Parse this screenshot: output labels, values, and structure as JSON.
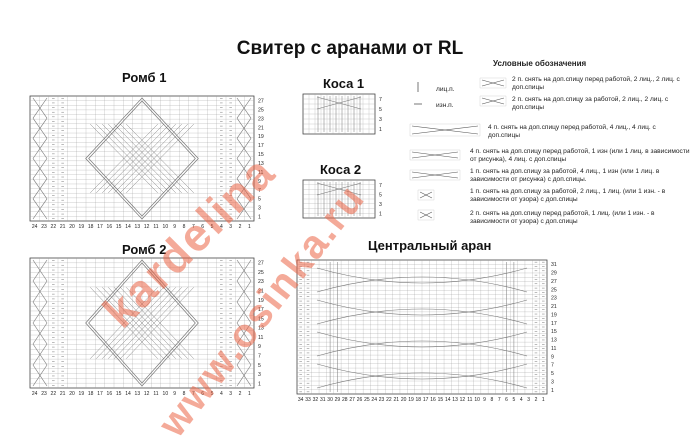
{
  "title": "Свитер с аранами от RL",
  "charts": {
    "romb1": "Ромб 1",
    "romb2": "Ромб 2",
    "kosa1": "Коса 1",
    "kosa2": "Коса 2",
    "central": "Центральный аран"
  },
  "legend": {
    "heading": "Условные обозначения",
    "items": [
      {
        "symbol": "vertical-bar",
        "text": "лиц.п."
      },
      {
        "symbol": "dash",
        "text": "изн.п."
      },
      {
        "symbol": "cross-left-2-2",
        "text": "2 п. снять на доп.спицу перед работой, 2 лиц., 2 лиц. с доп.спицы"
      },
      {
        "symbol": "cross-right-2-2",
        "text": "2 п. снять на доп.спицу за работой, 2 лиц., 2 лиц. с доп.спицы"
      },
      {
        "symbol": "cross-left-4-4",
        "text": "4 п. снять на доп.спицу перед работой, 4 лиц., 4 лиц. с доп.спицы"
      },
      {
        "symbol": "cross-4-1",
        "text": "4 п. снять на доп.спицу перед работой, 1 изн (или 1 лиц. в зависимости от рисунка), 4 лиц. с доп.спицы"
      },
      {
        "symbol": "cross-1-4",
        "text": "1 п. снять на доп.спицу за работой, 4 лиц., 1 изн (или 1 лиц. в зависимости от рисунка) с доп.спицы."
      },
      {
        "symbol": "cross-small-a",
        "text": "1 п. снять на доп.спицу за работой, 2 лиц., 1 лиц. (или 1 изн. - в зависимости от узора) с доп.спицы"
      },
      {
        "symbol": "cross-small-b",
        "text": "2 п. снять на доп.спицу перед работой, 1 лиц. (или 1 изн. - в зависимости от узора) с доп.спицы"
      }
    ]
  },
  "axes": {
    "romb_rows": [
      "27",
      "25",
      "23",
      "21",
      "19",
      "17",
      "15",
      "13",
      "11",
      "9",
      "7",
      "5",
      "3",
      "1"
    ],
    "romb_cols": [
      "24",
      "23",
      "22",
      "21",
      "20",
      "19",
      "18",
      "17",
      "16",
      "15",
      "14",
      "13",
      "12",
      "11",
      "10",
      "9",
      "8",
      "7",
      "6",
      "5",
      "4",
      "3",
      "2",
      "1"
    ],
    "kosa1_rows": [
      "7",
      "5",
      "3",
      "1"
    ],
    "kosa2_rows": [
      "7",
      "5",
      "3",
      "1"
    ],
    "central_rows": [
      "31",
      "29",
      "27",
      "25",
      "23",
      "21",
      "19",
      "17",
      "15",
      "13",
      "11",
      "9",
      "7",
      "5",
      "3",
      "1"
    ],
    "central_cols": [
      "34",
      "33",
      "32",
      "31",
      "30",
      "29",
      "28",
      "27",
      "26",
      "25",
      "24",
      "23",
      "22",
      "21",
      "20",
      "19",
      "18",
      "17",
      "16",
      "15",
      "14",
      "13",
      "12",
      "11",
      "10",
      "9",
      "8",
      "7",
      "6",
      "5",
      "4",
      "3",
      "2",
      "1"
    ]
  },
  "watermark": [
    "kardelina",
    "www.osinka.ru"
  ],
  "colors": {
    "grid": "#999999",
    "stitch": "#777777",
    "watermark": "#eb6446"
  }
}
